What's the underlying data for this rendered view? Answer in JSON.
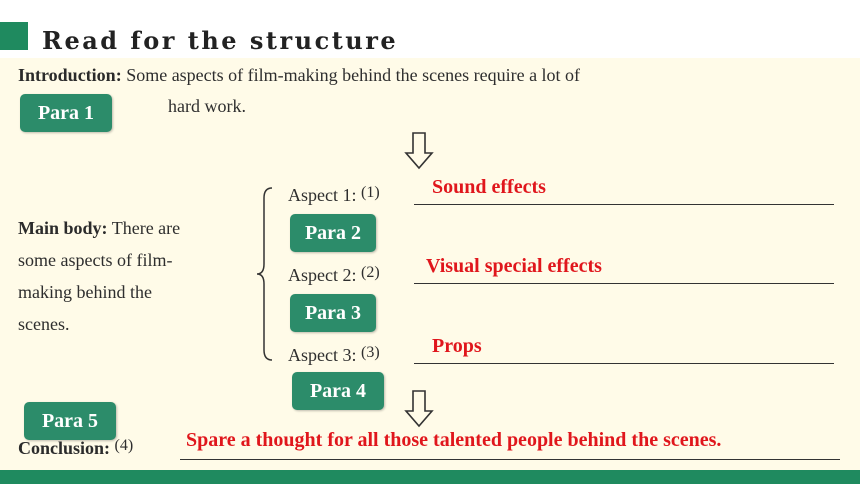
{
  "header": {
    "title": "Read for the structure"
  },
  "introduction": {
    "label": "Introduction:",
    "text_line1": "Some aspects of film-making behind the scenes require a lot of",
    "text_line2": "hard work."
  },
  "main_body": {
    "label": "Main body:",
    "text_line1_rest": "There are",
    "text_line2": "some aspects of film-",
    "text_line3": "making behind the",
    "text_line4": "scenes."
  },
  "aspects": [
    {
      "label": "Aspect 1:",
      "number": "(1)",
      "answer": "Sound effects"
    },
    {
      "label": "Aspect 2:",
      "number": "(2)",
      "answer": "Visual special effects"
    },
    {
      "label": "Aspect 3:",
      "number": "(3)",
      "answer": "Props"
    }
  ],
  "conclusion": {
    "label": "Conclusion:",
    "number": "(4)",
    "answer": "Spare a thought for all those talented people behind the scenes."
  },
  "badges": {
    "para1": "Para 1",
    "para2": "Para 2",
    "para3": "Para 3",
    "para4": "Para 4",
    "para5": "Para 5"
  },
  "colors": {
    "accent_green": "#1f8a5f",
    "badge_green": "#2c8c6a",
    "answer_red": "#e0161c",
    "content_background": "#fffbe8"
  },
  "icons": [
    "down-arrow-icon",
    "down-arrow-icon",
    "curly-brace-icon"
  ]
}
